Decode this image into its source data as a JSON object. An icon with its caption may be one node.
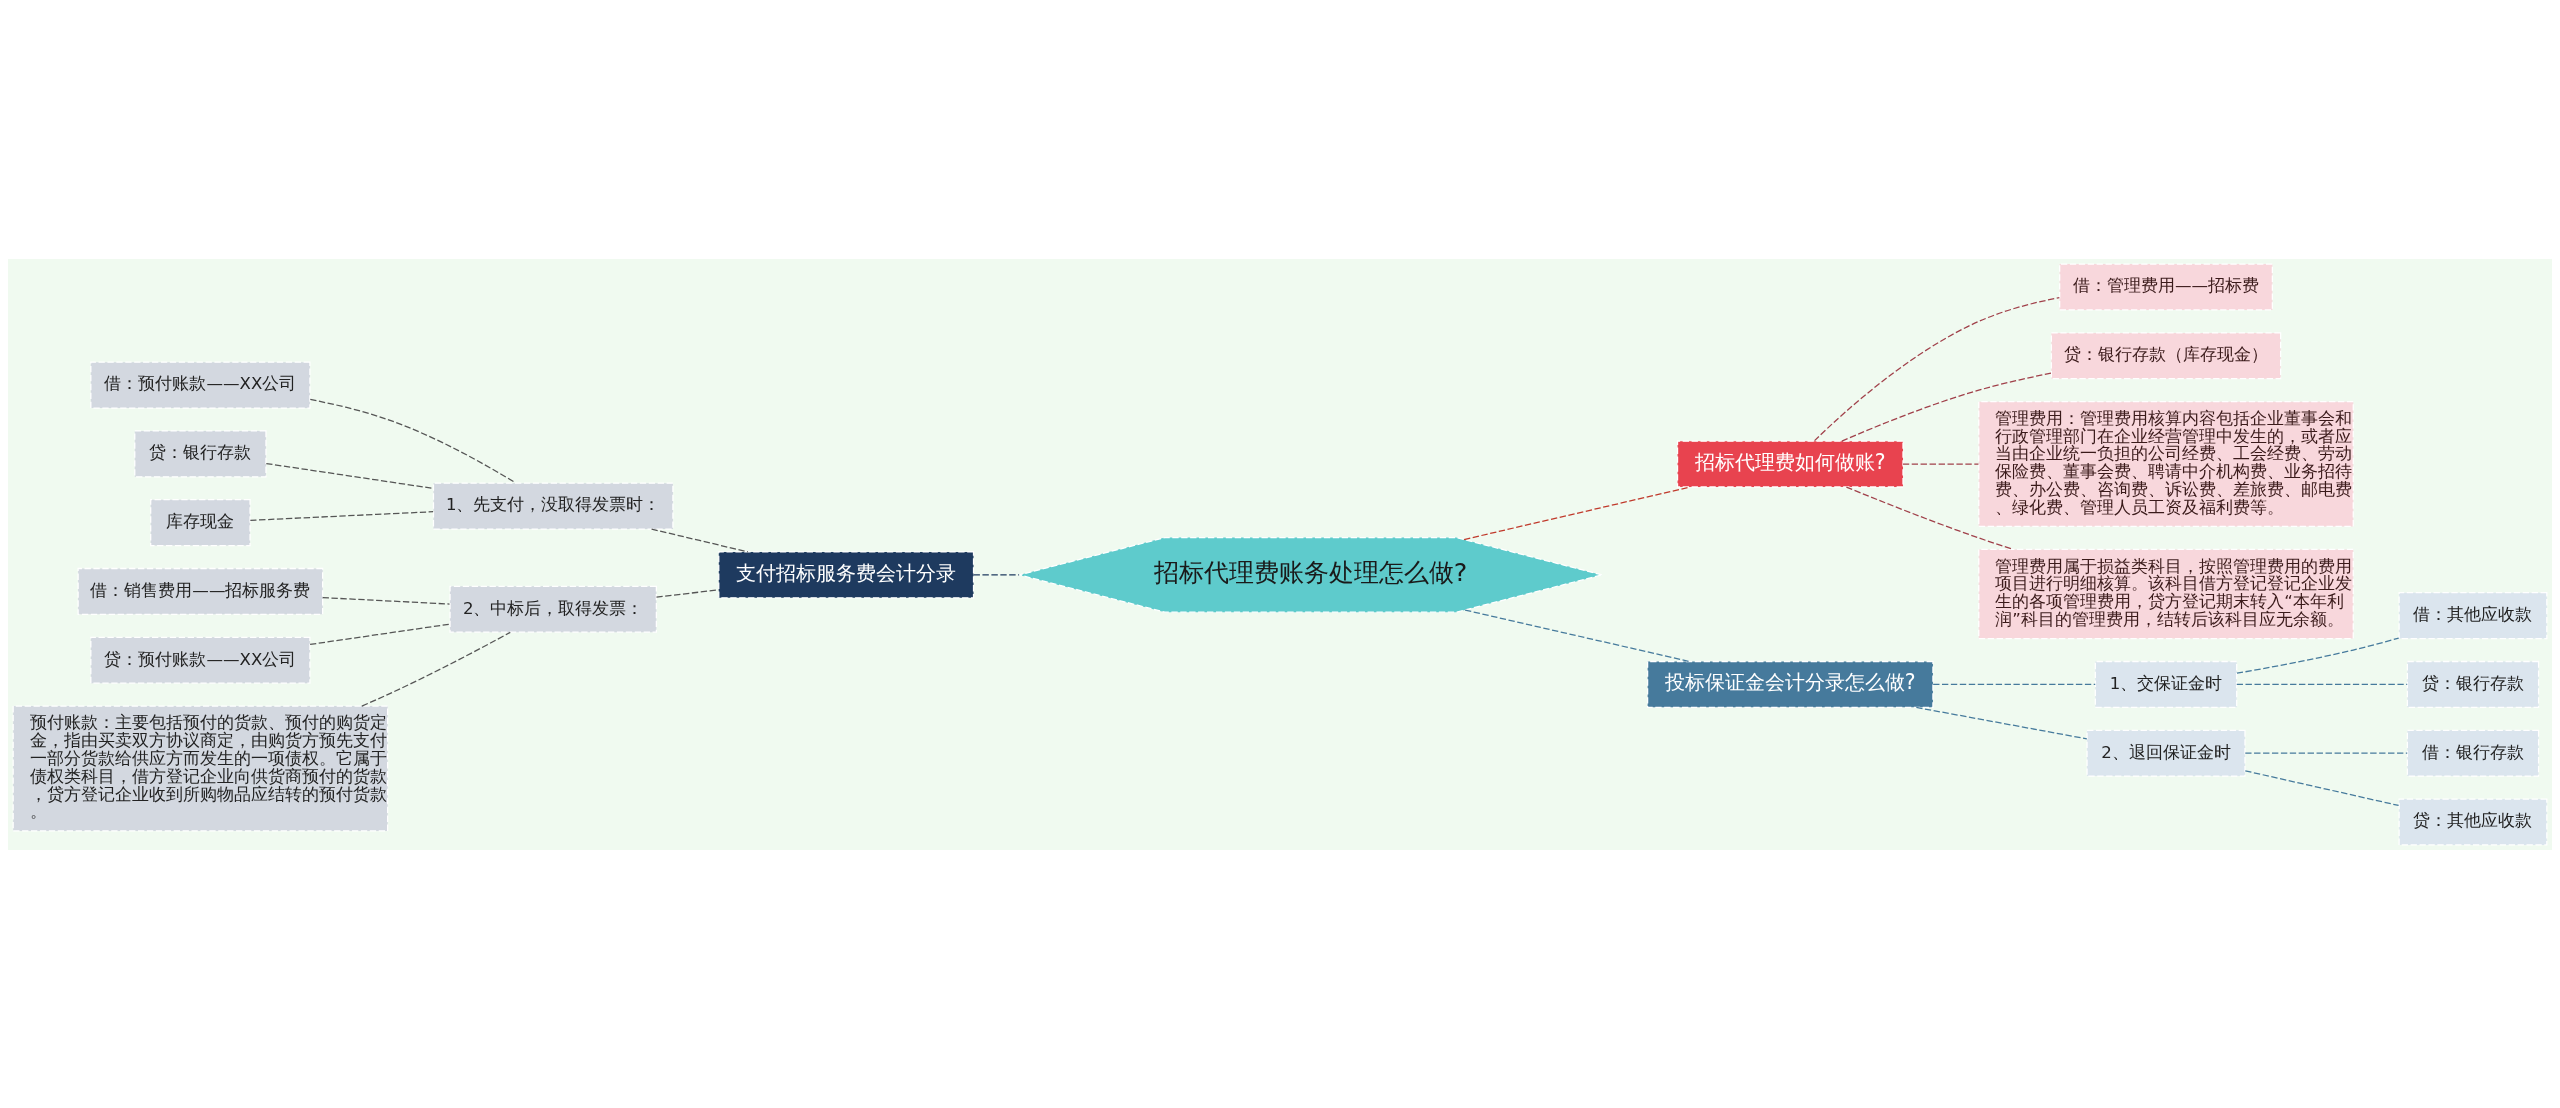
{
  "diagram": {
    "nodes": [
      {
        "text": [
          "招标代理费账务处理怎么做?"
        ]
      },
      {
        "text": [
          "支付招标服务费会计分录"
        ]
      },
      {
        "text": [
          "1、先支付，没取得发票时："
        ]
      },
      {
        "text": [
          "借：预付账款——XX公司"
        ]
      },
      {
        "text": [
          "贷：银行存款"
        ]
      },
      {
        "text": [
          "库存现金"
        ]
      },
      {
        "text": [
          "2、中标后，取得发票："
        ]
      },
      {
        "text": [
          "借：销售费用——招标服务费"
        ]
      },
      {
        "text": [
          "贷：预付账款——XX公司"
        ]
      },
      {
        "text": [
          "预付账款：主要包括预付的货款、预付的购货定金，指由买卖双方协议商定，由购货方预先支付一部分货款给供应方而发生的一项债权。它属于债权类科目，借方登记企业向供货商预付的货款，贷方登记企业收到所购物品应结转的预付货款。"
        ]
      },
      {
        "text": [
          "招标代理费如何做账?"
        ]
      },
      {
        "text": [
          "借：管理费用——招标费"
        ]
      },
      {
        "text": [
          "贷：银行存款（库存现金）"
        ]
      },
      {
        "text": [
          "管理费用：管理费用核算内容包括企业董事会和行政管理部门在企业经营管理中发生的，或者应当由企业统一负担的公司经费、工会经费、劳动保险费、董事会费、聘请中介机构费、业务招待费、办公费、咨询费、诉讼费、差旅费、邮电费、绿化费、管理人员工资及福利费等。"
        ]
      },
      {
        "text": [
          "管理费用属于损益类科目，按照管理费用的费用项目进行明细核算。该科目借方登记登记企业发生的各项管理费用，贷方登记期末转入“本年利润”科目的管理费用，结转后该科目应无余额。"
        ]
      },
      {
        "text": [
          "投标保证金会计分录怎么做?"
        ]
      },
      {
        "text": [
          "1、交保证金时"
        ]
      },
      {
        "text": [
          "借：其他应收款"
        ]
      },
      {
        "text": [
          "贷：银行存款"
        ]
      },
      {
        "text": [
          "2、退回保证金时"
        ]
      },
      {
        "text": [
          "借：银行存款"
        ]
      },
      {
        "text": [
          "贷：其他应收款"
        ]
      }
    ],
    "edges": [
      {
        "from": 1,
        "to": 0,
        "arrow": "none",
        "style": "dashed",
        "color": "#1e3a5f"
      },
      {
        "from": 2,
        "to": 1,
        "arrow": "none",
        "style": "dashed",
        "color": "#555555"
      },
      {
        "from": 3,
        "to": 2,
        "arrow": "none",
        "style": "dashed",
        "color": "#555555"
      },
      {
        "from": 4,
        "to": 2,
        "arrow": "none",
        "style": "dashed",
        "color": "#555555"
      },
      {
        "from": 5,
        "to": 2,
        "arrow": "none",
        "style": "dashed",
        "color": "#555555"
      },
      {
        "from": 6,
        "to": 1,
        "arrow": "none",
        "style": "dashed",
        "color": "#555555"
      },
      {
        "from": 7,
        "to": 6,
        "arrow": "none",
        "style": "dashed",
        "color": "#555555"
      },
      {
        "from": 8,
        "to": 6,
        "arrow": "none",
        "style": "dashed",
        "color": "#555555"
      },
      {
        "from": 9,
        "to": 6,
        "arrow": "none",
        "style": "dashed",
        "color": "#555555"
      },
      {
        "from": 0,
        "to": 10,
        "arrow": "none",
        "style": "dashed",
        "color": "#c0392b"
      },
      {
        "from": 10,
        "to": 11,
        "arrow": "none",
        "style": "dashed",
        "color": "#a0404a"
      },
      {
        "from": 10,
        "to": 12,
        "arrow": "none",
        "style": "dashed",
        "color": "#a0404a"
      },
      {
        "from": 10,
        "to": 13,
        "arrow": "none",
        "style": "dashed",
        "color": "#a0404a"
      },
      {
        "from": 10,
        "to": 14,
        "arrow": "none",
        "style": "dashed",
        "color": "#a0404a"
      },
      {
        "from": 0,
        "to": 15,
        "arrow": "none",
        "style": "dashed",
        "color": "#467a9c"
      },
      {
        "from": 15,
        "to": 16,
        "arrow": "none",
        "style": "dashed",
        "color": "#467a9c"
      },
      {
        "from": 15,
        "to": 19,
        "arrow": "none",
        "style": "dashed",
        "color": "#467a9c"
      },
      {
        "from": 16,
        "to": 17,
        "arrow": "none",
        "style": "dashed",
        "color": "#467a9c"
      },
      {
        "from": 16,
        "to": 18,
        "arrow": "none",
        "style": "dashed",
        "color": "#467a9c"
      },
      {
        "from": 19,
        "to": 20,
        "arrow": "none",
        "style": "dashed",
        "color": "#467a9c"
      },
      {
        "from": 19,
        "to": 21,
        "arrow": "none",
        "style": "dashed",
        "color": "#467a9c"
      }
    ]
  }
}
